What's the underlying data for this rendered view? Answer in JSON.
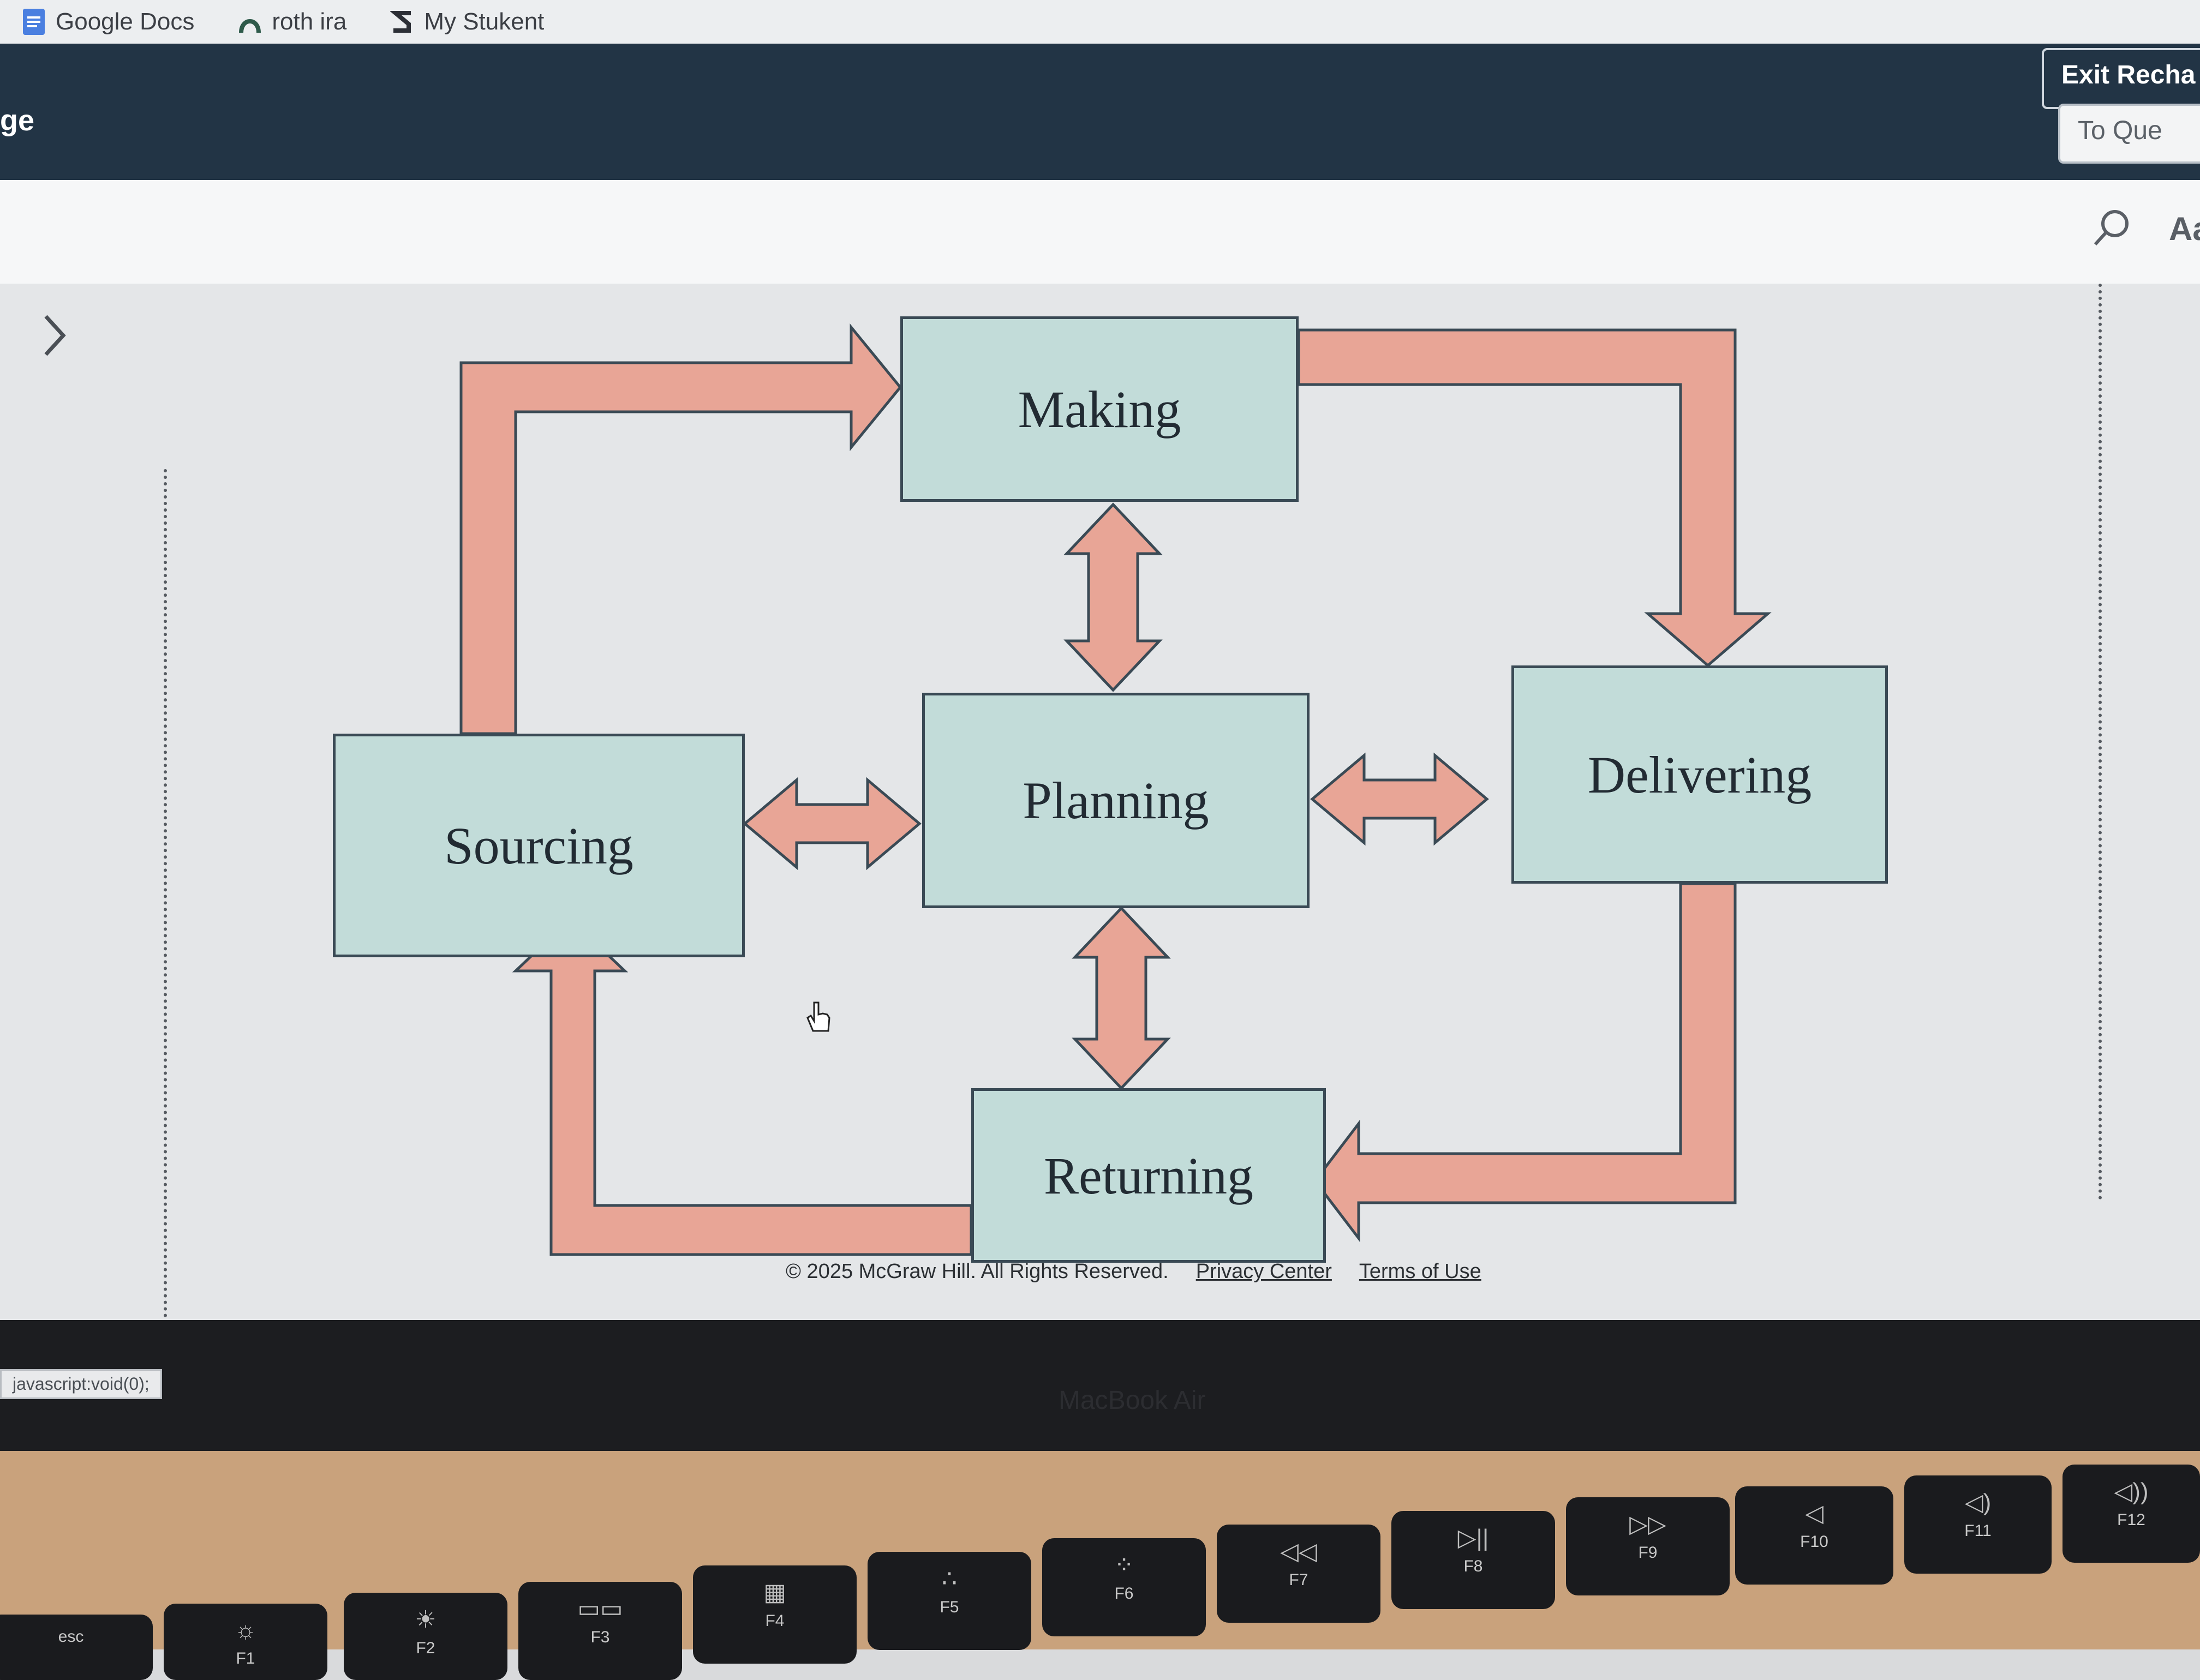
{
  "bookmarks": [
    {
      "label": "Google Docs",
      "icon": "google-docs-icon"
    },
    {
      "label": "roth ira",
      "icon": "favicon-icon"
    },
    {
      "label": "My Stukent",
      "icon": "stukent-icon"
    }
  ],
  "header": {
    "page_label_partial": "ge",
    "exit_button": "Exit Recha",
    "to_questions_button": "To Que"
  },
  "toolbar": {
    "text_size_label": "Aa"
  },
  "diagram": {
    "boxes": {
      "making": "Making",
      "sourcing": "Sourcing",
      "planning": "Planning",
      "delivering": "Delivering",
      "returning": "Returning"
    },
    "colors": {
      "box_fill": "#c2dcd9",
      "arrow_fill": "#e8a596",
      "outline": "#3a4a55"
    }
  },
  "footer": {
    "copyright": "© 2025 McGraw Hill. All Rights Reserved.",
    "privacy": "Privacy Center",
    "terms": "Terms of Use"
  },
  "status_bar": {
    "url": "javascript:void(0);"
  },
  "laptop": {
    "model": "MacBook Air"
  },
  "keyboard": {
    "keys": [
      {
        "label": "esc",
        "glyph": ""
      },
      {
        "label": "F1",
        "glyph": "☼"
      },
      {
        "label": "F2",
        "glyph": "☀"
      },
      {
        "label": "F3",
        "glyph": "▭▭"
      },
      {
        "label": "F4",
        "glyph": "▦"
      },
      {
        "label": "F5",
        "glyph": "∴"
      },
      {
        "label": "F6",
        "glyph": "⁘"
      },
      {
        "label": "F7",
        "glyph": "◁◁"
      },
      {
        "label": "F8",
        "glyph": "▷||"
      },
      {
        "label": "F9",
        "glyph": "▷▷"
      },
      {
        "label": "F10",
        "glyph": "◁"
      },
      {
        "label": "F11",
        "glyph": "◁)"
      },
      {
        "label": "F12",
        "glyph": "◁))"
      }
    ]
  }
}
